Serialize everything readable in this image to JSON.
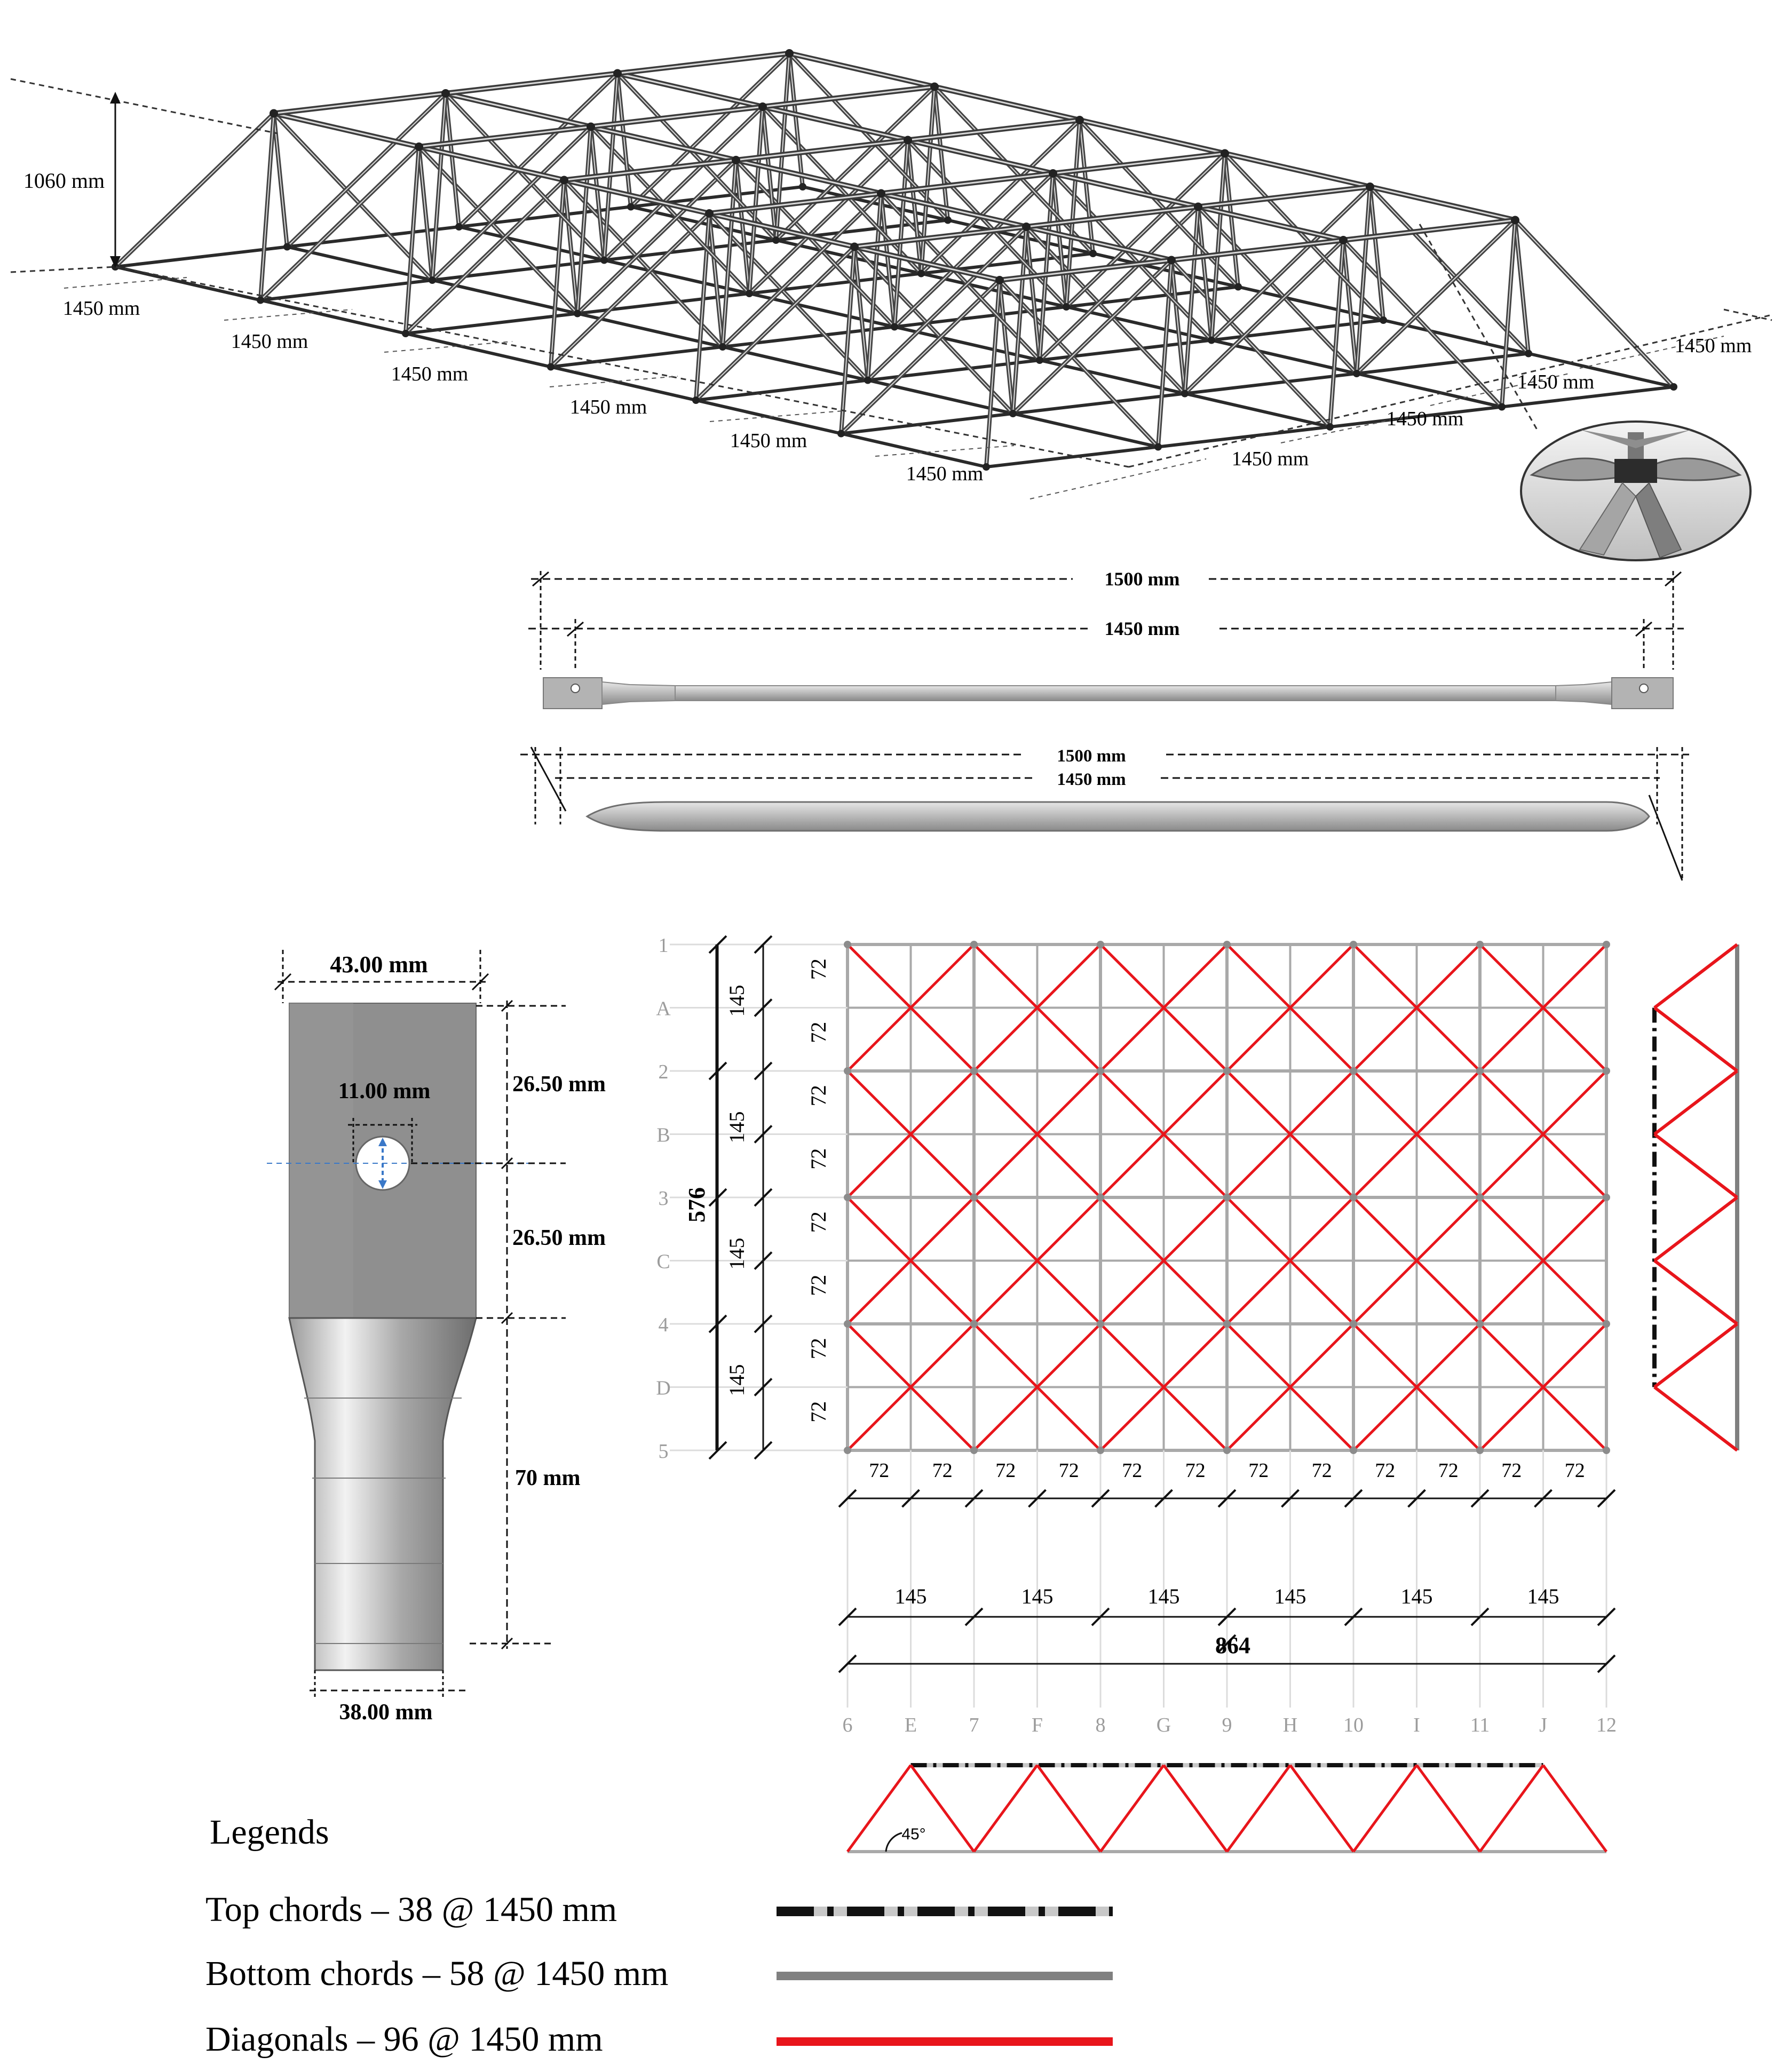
{
  "dims_3d": {
    "height": "1060 mm",
    "long_side": [
      "1450 mm",
      "1450 mm",
      "1450 mm",
      "1450 mm",
      "1450 mm",
      "1450 mm"
    ],
    "short_side": [
      "1450 mm",
      "1450 mm",
      "1450 mm",
      "1450 mm"
    ]
  },
  "member": {
    "overall": "1500 mm",
    "effective": "1450 mm",
    "overall_2": "1500 mm",
    "effective_2": "1450 mm"
  },
  "end_plate": {
    "width_top": "43.00 mm",
    "hole": "11.00 mm",
    "seg_a": "26.50 mm",
    "seg_b": "26.50 mm",
    "seg_c": "70 mm",
    "width_bottom": "38.00 mm"
  },
  "plan": {
    "row_labels": [
      "1",
      "A",
      "2",
      "B",
      "3",
      "C",
      "4",
      "D",
      "5"
    ],
    "col_labels": [
      "6",
      "E",
      "7",
      "F",
      "8",
      "G",
      "9",
      "H",
      "10",
      "I",
      "11",
      "J",
      "12"
    ],
    "total_height": "576",
    "row_spacing_major": "145",
    "row_spacing_minor": "72",
    "col_spacing_minor": "72",
    "col_spacing_major": "145",
    "total_width": "864"
  },
  "elevation": {
    "angle": "45°"
  },
  "legend": {
    "title": "Legends",
    "items": [
      {
        "label": "Top chords – 38 @ 1450 mm",
        "color": "#111111",
        "style": "dash-dot"
      },
      {
        "label": "Bottom chords – 58 @ 1450 mm",
        "color": "#808080",
        "style": "solid"
      },
      {
        "label": "Diagonals – 96 @ 1450 mm",
        "color": "#e8151b",
        "style": "solid"
      }
    ]
  }
}
